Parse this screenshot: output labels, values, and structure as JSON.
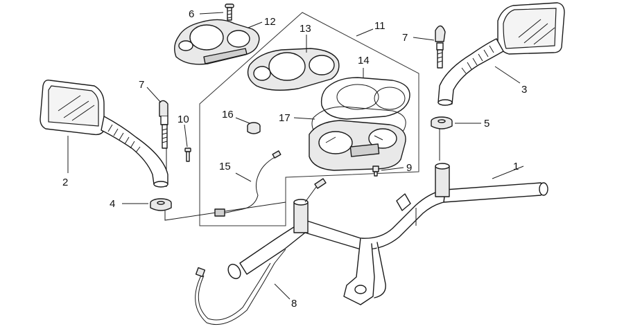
{
  "diagram": {
    "callouts": [
      {
        "id": "1",
        "text": "1"
      },
      {
        "id": "2",
        "text": "2"
      },
      {
        "id": "3",
        "text": "3"
      },
      {
        "id": "4",
        "text": "4"
      },
      {
        "id": "5",
        "text": "5"
      },
      {
        "id": "6",
        "text": "6"
      },
      {
        "id": "7a",
        "text": "7"
      },
      {
        "id": "7b",
        "text": "7"
      },
      {
        "id": "8",
        "text": "8"
      },
      {
        "id": "9",
        "text": "9"
      },
      {
        "id": "10",
        "text": "10"
      },
      {
        "id": "11",
        "text": "11"
      },
      {
        "id": "12",
        "text": "12"
      },
      {
        "id": "13",
        "text": "13"
      },
      {
        "id": "14",
        "text": "14"
      },
      {
        "id": "15",
        "text": "15"
      },
      {
        "id": "16",
        "text": "16"
      },
      {
        "id": "17",
        "text": "17"
      }
    ]
  }
}
